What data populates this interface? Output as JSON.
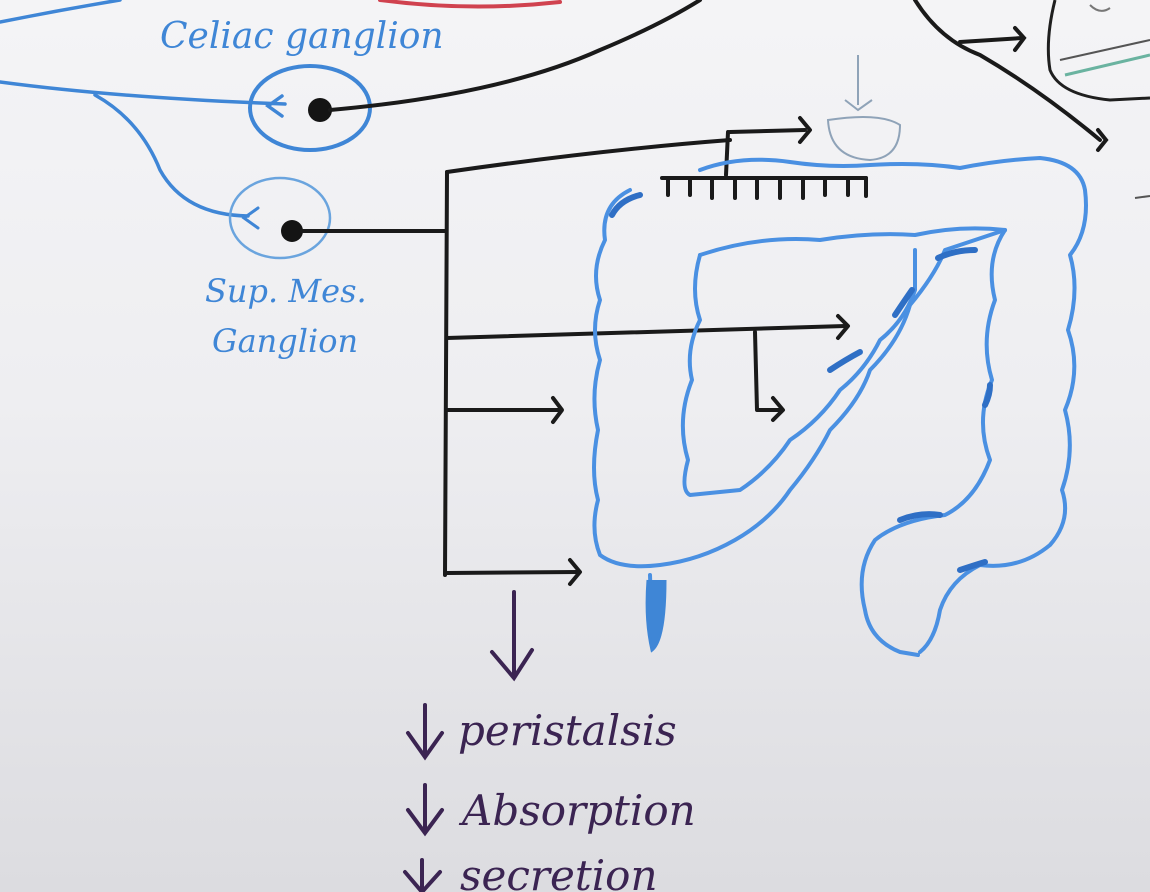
{
  "labels": {
    "celiac_ganglion": "Celiac ganglion",
    "sup_mes_line1": "Sup. Mes.",
    "sup_mes_line2": "Ganglion"
  },
  "effects": {
    "peristalsis": "peristalsis",
    "absorption": "Absorption",
    "secretion": "secretion"
  },
  "colors": {
    "nerve": "#1a1a1a",
    "preganglionic": "#3f86d6",
    "colon": "#4a90e2",
    "effects_text": "#3b2452",
    "vessel": "#d0424f"
  }
}
